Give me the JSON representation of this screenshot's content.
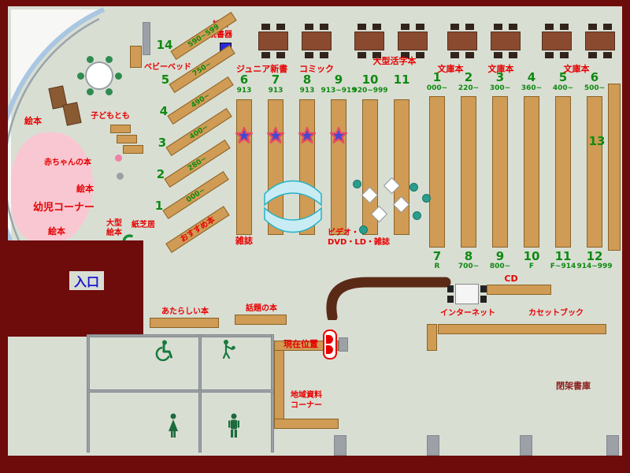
{
  "labels": {
    "entrance": "入口",
    "magnifier1": "拡大",
    "magnifier2": "読書器",
    "baby_bed": "ベビーベッド",
    "junior": "ジュニア新書",
    "comic": "コミック",
    "large_print": "大型活字本",
    "bunko1": "文庫本",
    "bunko2": "文庫本",
    "bunko3": "文庫本",
    "ehon1": "絵本",
    "ehon2": "絵本",
    "ehon3": "絵本",
    "baby_books": "赤ちゃんの本",
    "infant_corner": "幼児コーナー",
    "kodomo_tomo": "子どもとも",
    "large_ehon": "大型絵本",
    "kamishibai": "紙芝居",
    "osusume": "おすすめ本",
    "zasshi": "雑誌",
    "video1": "ビデオ・",
    "video2": "DVD・LD・雑誌",
    "new_books": "あたらしい本",
    "topic_books": "話題の本",
    "current_position": "現在位置",
    "local1": "地域資料",
    "local2": "コーナー",
    "internet": "インターネット",
    "cd": "CD",
    "cassette": "カセットブック",
    "closed_stacks": "閉架書庫",
    "wall_shelf_num": "13"
  },
  "diagonal_shelves": [
    {
      "num": "14",
      "range": "590~599"
    },
    {
      "num": "5",
      "range": "750~"
    },
    {
      "num": "4",
      "range": "490~"
    },
    {
      "num": "3",
      "range": "400~"
    },
    {
      "num": "2",
      "range": "280~"
    },
    {
      "num": "1",
      "range": "000~"
    }
  ],
  "center_shelves": [
    {
      "num": "6",
      "range": "913"
    },
    {
      "num": "7",
      "range": "913"
    },
    {
      "num": "8",
      "range": "913"
    },
    {
      "num": "9",
      "range": "913~919"
    },
    {
      "num": "10",
      "range": "920~999"
    },
    {
      "num": "11",
      "range": ""
    }
  ],
  "right_shelves_top": [
    {
      "num": "1",
      "range": "000~"
    },
    {
      "num": "2",
      "range": "220~"
    },
    {
      "num": "3",
      "range": "300~"
    },
    {
      "num": "4",
      "range": "360~"
    },
    {
      "num": "5",
      "range": "400~"
    },
    {
      "num": "6",
      "range": "500~"
    }
  ],
  "right_shelves_bottom": [
    {
      "num": "7",
      "range": "R"
    },
    {
      "num": "8",
      "range": "700~"
    },
    {
      "num": "9",
      "range": "800~"
    },
    {
      "num": "10",
      "range": "F"
    },
    {
      "num": "11",
      "range": "F~914"
    },
    {
      "num": "12",
      "range": "914~999"
    }
  ],
  "colors": {
    "frame": "#6e0b0b",
    "floor": "#d9ded3",
    "shelf_tan": "#cf9b55",
    "desk_brown": "#8a4a2f",
    "label_red": "#e60000",
    "number_green": "#0f8a12",
    "entrance_blue": "#1a1acc",
    "infant_pink": "#f8c7d2",
    "display_cyan": "#25b2c8",
    "star_fill": "#4747d1",
    "star_stroke": "#e84b62"
  }
}
